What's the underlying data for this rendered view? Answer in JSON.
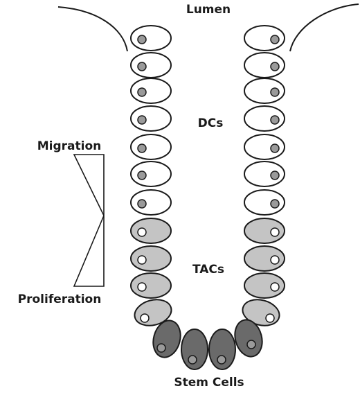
{
  "labels": {
    "lumen": "Lumen",
    "dcs": "DCs",
    "migration": "Migration",
    "tacs": "TACs",
    "proliferation": "Proliferation",
    "stem_cells": "Stem Cells"
  },
  "cell_types": {
    "dc": {
      "fill": "#ffffff",
      "nucleus": "#9a9a9a"
    },
    "tac": {
      "fill": "#c4c4c4",
      "nucleus": "#ffffff"
    },
    "stem": {
      "fill": "#6a6a6a",
      "nucleus": "#9a9a9a"
    }
  },
  "colors": {
    "stroke": "#1a1a1a",
    "background": "#ffffff"
  }
}
